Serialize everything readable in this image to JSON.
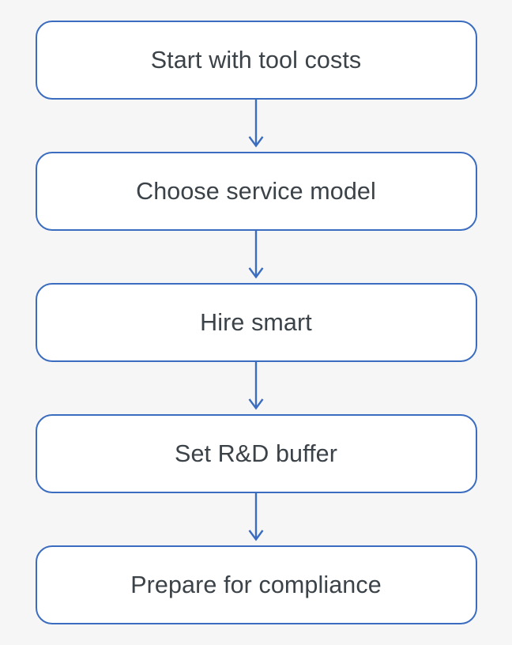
{
  "diagram": {
    "type": "flowchart",
    "orientation": "vertical",
    "background_color": "#f7f6f6",
    "node_fill_color": "#ffffff",
    "node_border_color": "#3a6cc0",
    "connector_color": "#3a6cc0",
    "text_color": "#3b4248",
    "nodes": [
      {
        "id": "step-1",
        "label": "Start with tool costs"
      },
      {
        "id": "step-2",
        "label": "Choose service model"
      },
      {
        "id": "step-3",
        "label": "Hire smart"
      },
      {
        "id": "step-4",
        "label": "Set R&D buffer"
      },
      {
        "id": "step-5",
        "label": "Prepare for compliance"
      }
    ],
    "connectors": [
      {
        "id": "arrow-1",
        "from": "step-1",
        "to": "step-2",
        "icon": "arrow-down-icon"
      },
      {
        "id": "arrow-2",
        "from": "step-2",
        "to": "step-3",
        "icon": "arrow-down-icon"
      },
      {
        "id": "arrow-3",
        "from": "step-3",
        "to": "step-4",
        "icon": "arrow-down-icon"
      },
      {
        "id": "arrow-4",
        "from": "step-4",
        "to": "step-5",
        "icon": "arrow-down-icon"
      }
    ]
  }
}
